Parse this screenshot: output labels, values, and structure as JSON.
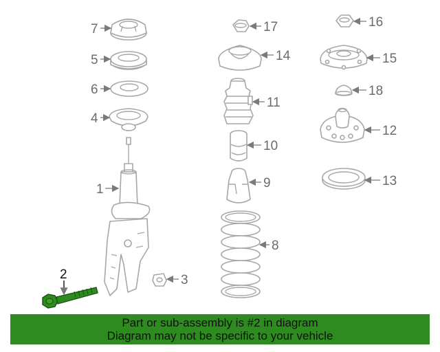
{
  "callouts": {
    "c1": "1",
    "c2": "2",
    "c3": "3",
    "c4": "4",
    "c5": "5",
    "c6": "6",
    "c7": "7",
    "c8": "8",
    "c9": "9",
    "c10": "10",
    "c11": "11",
    "c12": "12",
    "c13": "13",
    "c14": "14",
    "c15": "15",
    "c16": "16",
    "c17": "17",
    "c18": "18"
  },
  "highlight": {
    "part_number": "2",
    "color": "#2e8b1f"
  },
  "banner": {
    "line1": "Part or sub-assembly is #2 in diagram",
    "line2": "Diagram may not be specific to your vehicle",
    "background": "#2e8b1f"
  }
}
